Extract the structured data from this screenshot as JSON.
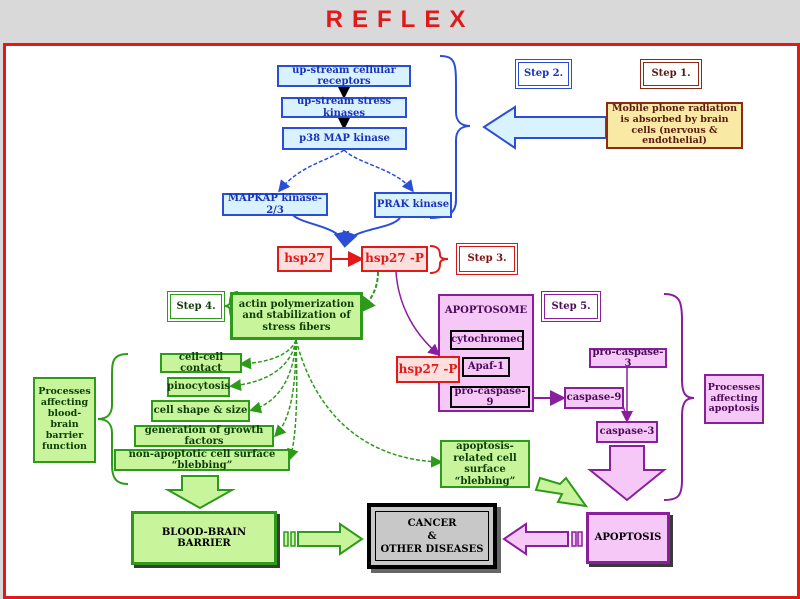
{
  "header": {
    "title": "REFLEX"
  },
  "steps": {
    "step1": "Step 1.",
    "step2": "Step 2.",
    "step3": "Step 3.",
    "step4": "Step 4.",
    "step5": "Step 5."
  },
  "radiation": "Mobile phone radiation is absorbed by brain cells (nervous & endothelial)",
  "cascade": {
    "receptors": "up-stream cellular receptors",
    "stress_kinases": "up-stream stress kinases",
    "p38": "p38 MAP kinase",
    "mapkap": "MAPKAP kinase-2/3",
    "prak": "PRAK kinase"
  },
  "hsp": {
    "hsp27": "hsp27",
    "hsp27p": "hsp27 -P",
    "hsp27p_apo": "hsp27 -P"
  },
  "actin": "actin polymerization and stabilization of stress fibers",
  "bbb_effects": [
    "cell-cell contact",
    "pinocytosis",
    "cell shape & size",
    "generation of growth factors",
    "non-apoptotic cell surface “blebbing”"
  ],
  "processes_bbb": "Processes affecting blood-brain barrier function",
  "apoptosome": {
    "title": "APOPTOSOME",
    "cytochrome": "cytochrome",
    "cytochrome_sub": "C",
    "apaf": "Apaf-1",
    "procasp9": "pro-caspase-9"
  },
  "caspases": {
    "procasp3": "pro-caspase-3",
    "casp9": "caspase-9",
    "casp3": "caspase-3"
  },
  "blebbing_apo": "apoptosis-related cell surface “blebbing”",
  "processes_apo": "Processes affecting apoptosis",
  "outcomes": {
    "bbb": "BLOOD-BRAIN BARRIER",
    "cancer_line1": "CANCER",
    "cancer_line2": "&",
    "cancer_line3": "OTHER DISEASES",
    "apoptosis": "APOPTOSIS"
  },
  "colors": {
    "frame": "#e11919",
    "blue": "#2a4fd6",
    "green": "#2e9a1a",
    "purple": "#8a1f9e",
    "red": "#e11919"
  }
}
